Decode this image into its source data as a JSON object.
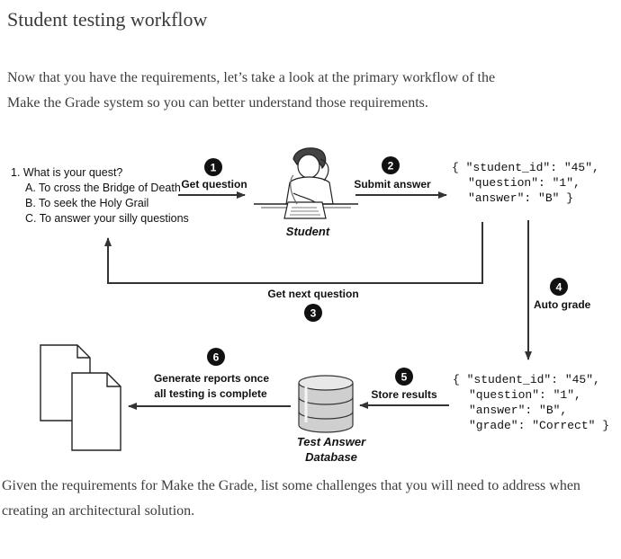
{
  "page": {
    "title": "Student testing workflow",
    "intro_line1": "Now that you have the requirements, let’s take a look at the primary workflow of the",
    "intro_line2": "Make the Grade system so you can better understand those requirements.",
    "outro_line1": "Given the requirements for Make the Grade, list some challenges that you will need to address when",
    "outro_line2": "creating an architectural solution."
  },
  "diagram": {
    "quest": {
      "question": "1. What is your quest?",
      "options": [
        "A. To cross the Bridge of Death",
        "B. To seek the Holy Grail",
        "C. To answer your silly questions"
      ]
    },
    "steps": [
      {
        "number": "1",
        "label": "Get question"
      },
      {
        "number": "2",
        "label": "Submit answer"
      },
      {
        "number": "3",
        "label": "Get next question"
      },
      {
        "number": "4",
        "label": "Auto grade"
      },
      {
        "number": "5",
        "label": "Store results"
      },
      {
        "number": "6",
        "label_line1": "Generate reports once",
        "label_line2": "all testing is complete"
      }
    ],
    "student_label": "Student",
    "database_label_line1": "Test Answer",
    "database_label_line2": "Database",
    "json_answer": [
      "{ \"student_id\": \"45\",",
      "\"question\": \"1\",",
      "\"answer\": \"B\" }"
    ],
    "json_graded": [
      "{ \"student_id\": \"45\",",
      "\"question\": \"1\",",
      "\"answer\": \"B\",",
      "\"grade\": \"Correct\" }"
    ],
    "icons": [
      "student-illustration",
      "database-cylinder",
      "document-stack"
    ]
  }
}
